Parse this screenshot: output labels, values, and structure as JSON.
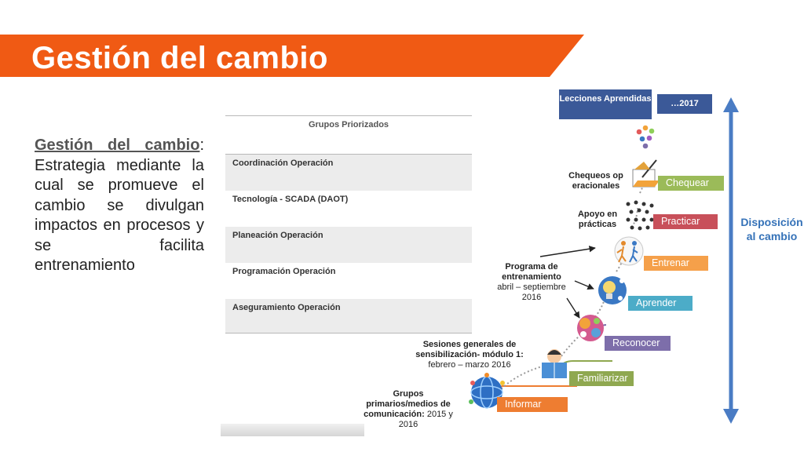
{
  "slide": {
    "title": "Gestión del cambio",
    "accent_color": "#f05a14"
  },
  "definition": {
    "term": "Gestión del cambio",
    "colon": ":",
    "text": "Estrategia mediante la cual se promueve el cambio se divulgan impactos en procesos y se facilita entrenamiento"
  },
  "table": {
    "header": "Grupos Priorizados",
    "rows": [
      "Coordinación Operación",
      "Tecnología  - SCADA (DAOT)",
      "Planeación Operación",
      "Programación Operación",
      "Aseguramiento Operación"
    ]
  },
  "diagram": {
    "lessons_box": "Lecciones Aprendidas",
    "year_box": "…2017",
    "steps": {
      "informar": "Informar",
      "familiarizar": "Familiarizar",
      "reconocer": "Reconocer",
      "aprender": "Aprender",
      "entrenar": "Entrenar",
      "practicar": "Practicar",
      "chequear": "Chequear"
    },
    "disposition": "Disposición al cambio",
    "annotations": {
      "chequeos": "Chequeos operacionales",
      "apoyo": "Apoyo en prácticas",
      "programa_bold": "Programa de entrenamiento",
      "programa_rest": "abril – septiembre 2016",
      "sesiones_bold": "Sesiones generales de sensibilización- módulo 1:",
      "sesiones_rest": "febrero – marzo 2016",
      "grupos_bold": "Grupos primarios/medios de comunicación:",
      "grupos_rest": "2015 y 2016"
    },
    "colors": {
      "informar": "#ee7d31",
      "familiarizar": "#8fa850",
      "reconocer": "#7d6eaa",
      "aprender": "#4cacc8",
      "entrenar": "#f5a04a",
      "practicar": "#c8505a",
      "chequear": "#9bbb59",
      "box": "#3b5998",
      "arrow": "#4a7cc4"
    },
    "icons": [
      "globe-icon",
      "reading-child-icon",
      "gears-head-icon",
      "lightbulb-icon",
      "running-figures-icon",
      "crowd-figures-icon",
      "pencil-notebook-icon",
      "dots-cluster-icon"
    ]
  }
}
